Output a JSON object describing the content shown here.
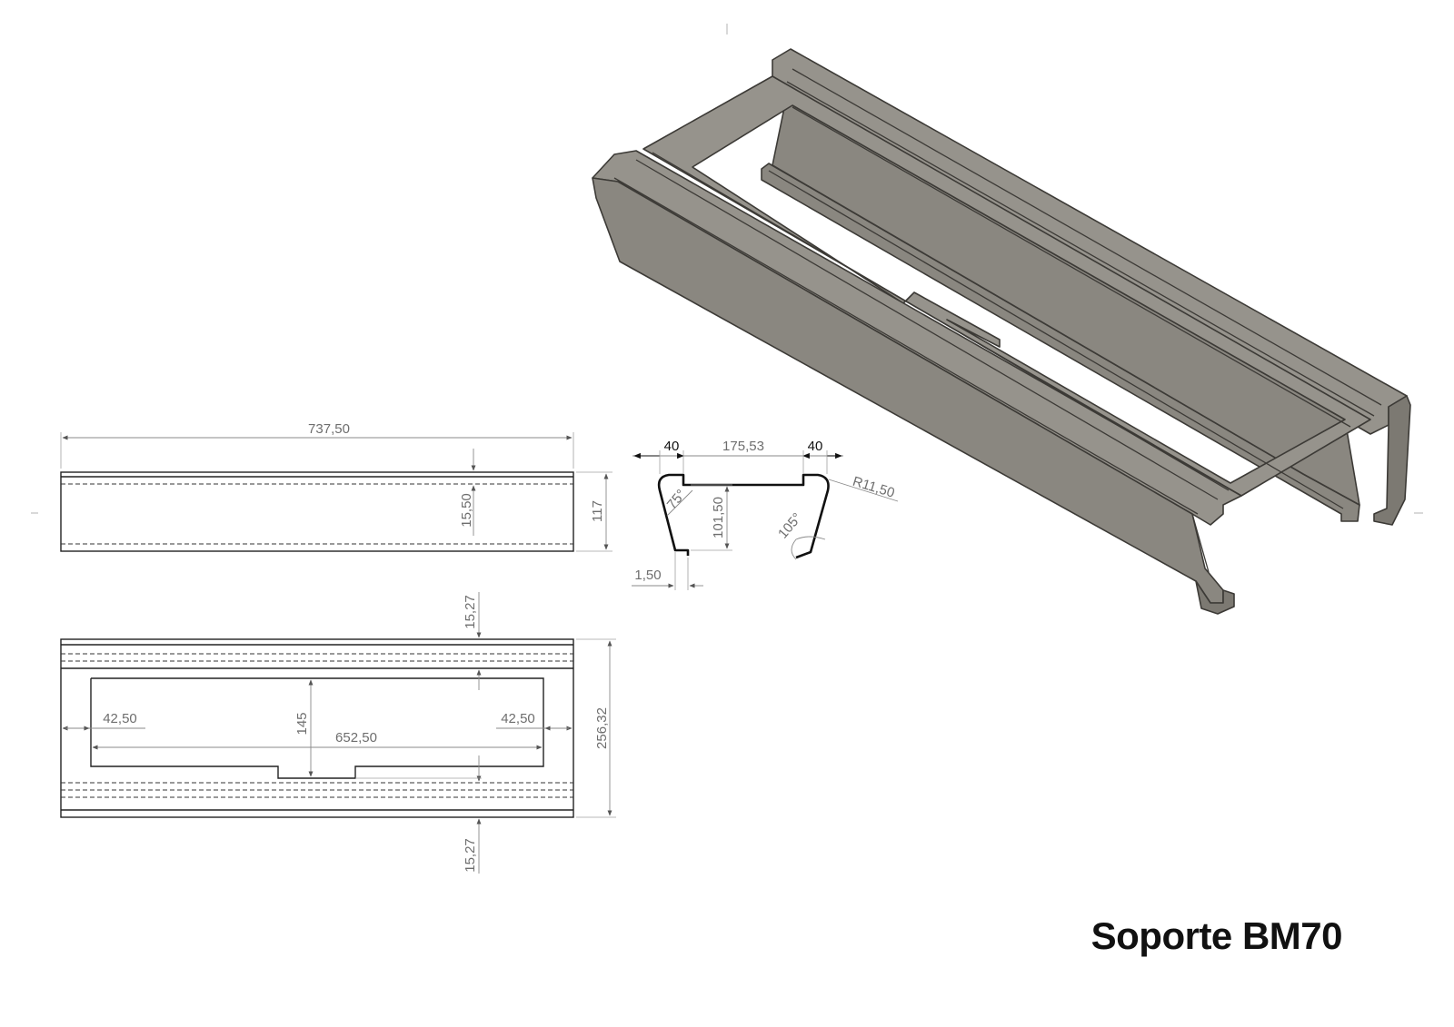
{
  "title": "Soporte BM70",
  "top_view": {
    "overall_length": "737,50",
    "height": "117",
    "flange": "15,50"
  },
  "bottom_view": {
    "flange_top": "15,27",
    "flange_bottom": "15,27",
    "width": "256,32",
    "window_depth": "145",
    "window_length": "652,50",
    "offset_left": "42,50",
    "offset_right": "42,50"
  },
  "profile": {
    "flange_left": "40",
    "web": "175,53",
    "flange_right": "40",
    "radius": "R11,50",
    "angle_left": "75°",
    "angle_right": "105°",
    "depth": "101,50",
    "thickness": "1,50"
  },
  "colors": {
    "part_fill": "#8a8780",
    "part_edge": "#3c3a36",
    "dimension": "#8a8a8a"
  }
}
